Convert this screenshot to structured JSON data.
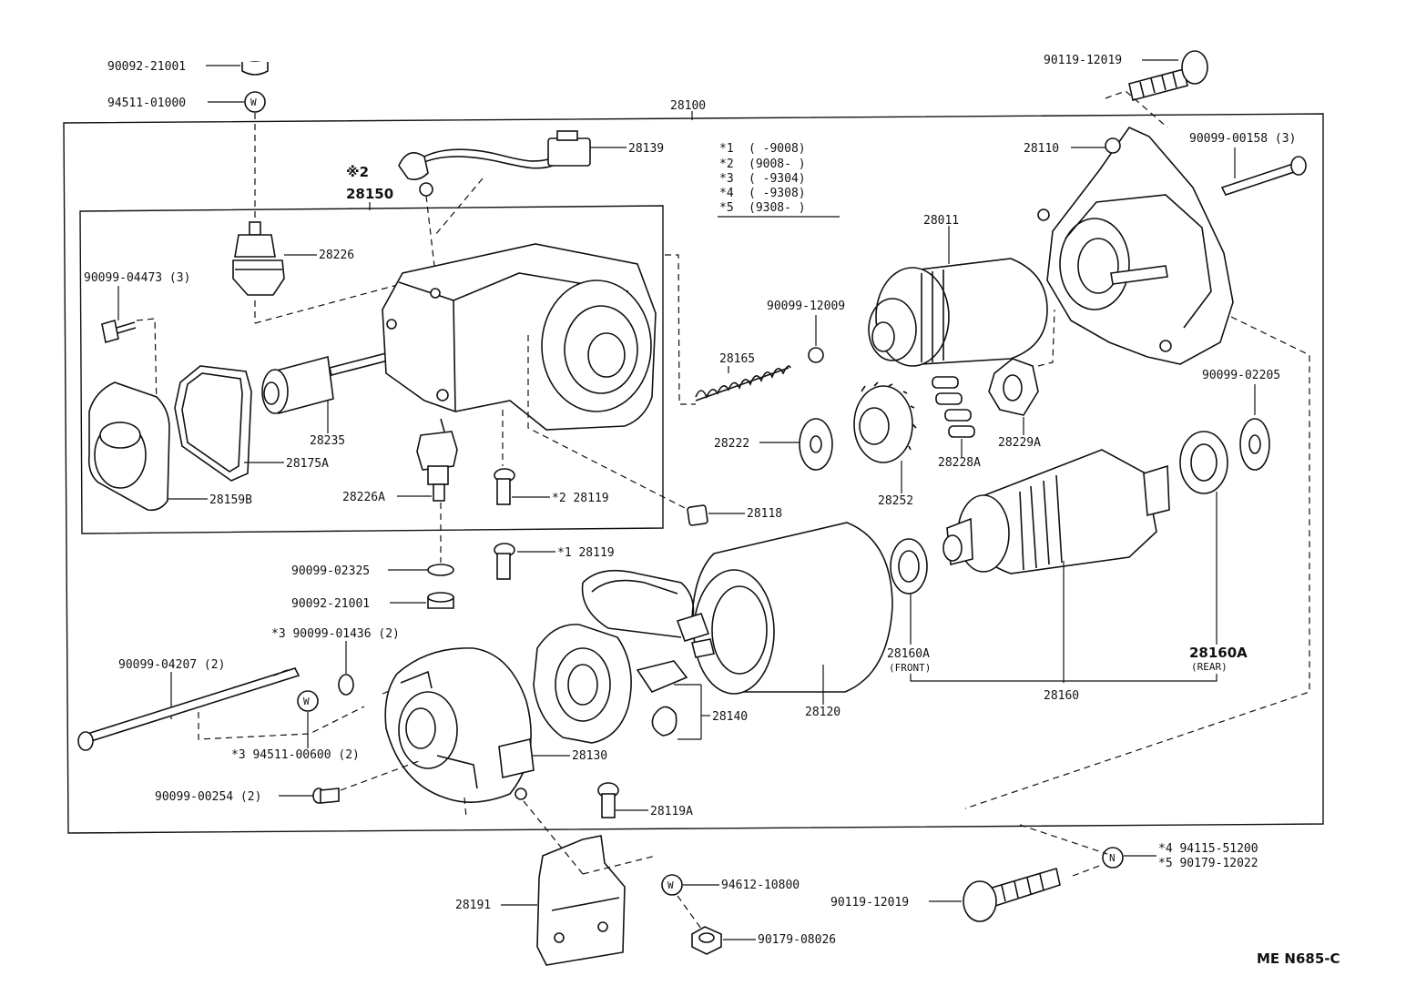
{
  "diagram": {
    "group_numbers": {
      "assembly": "28100",
      "solenoid": "28150",
      "solenoid_mark": "※2"
    },
    "legend": [
      {
        "mark": "*1",
        "range": "(      -9008)"
      },
      {
        "mark": "*2",
        "range": "(9008-      )"
      },
      {
        "mark": "*3",
        "range": "(      -9304)"
      },
      {
        "mark": "*4",
        "range": "(      -9308)"
      },
      {
        "mark": "*5",
        "range": "(9308-      )"
      }
    ],
    "parts": {
      "p90092_21001_top": "90092-21001",
      "p94511_01000": "94511-01000",
      "p28139": "28139",
      "p28226": "28226",
      "p90099_04473": "90099-04473 (3)",
      "p28235": "28235",
      "p28175a": "28175A",
      "p28159b": "28159B",
      "p28226a": "28226A",
      "p28119_2": "*2  28119",
      "p28118": "28118",
      "p28119_1": "*1  28119",
      "p90099_02325": "90099-02325",
      "p90092_21001_mid": "90092-21001",
      "p90099_01436": "*3  90099-01436 (2)",
      "p90099_04207": "90099-04207 (2)",
      "p94511_00600": "*3  94511-00600 (2)",
      "p28130": "28130",
      "p90099_00254": "90099-00254 (2)",
      "p28119a": "28119A",
      "p28191": "28191",
      "p94612_10800": "94612-10800",
      "p90179_08026": "90179-08026",
      "p28140": "28140",
      "p28120": "28120",
      "p28165": "28165",
      "p90099_12009": "90099-12009",
      "p28011": "28011",
      "p28222": "28222",
      "p28252": "28252",
      "p28228a": "28228A",
      "p28229a": "28229A",
      "p28110": "28110",
      "p90119_12019_top": "90119-12019",
      "p90099_00158": "90099-00158 (3)",
      "p90099_02205": "90099-02205",
      "p28160a_front": "28160A",
      "p28160a_front_note": "(FRONT)",
      "p28160": "28160",
      "p28160a_rear": "28160A",
      "p28160a_rear_note": "(REAR)",
      "p94115_51200": "*4  94115-51200",
      "p90179_12022": "*5  90179-12022",
      "p90119_12019_bot": "90119-12019"
    },
    "symbols": {
      "washer_w": "W",
      "nut_n": "N"
    },
    "footer_code": "ME  N685-C"
  }
}
